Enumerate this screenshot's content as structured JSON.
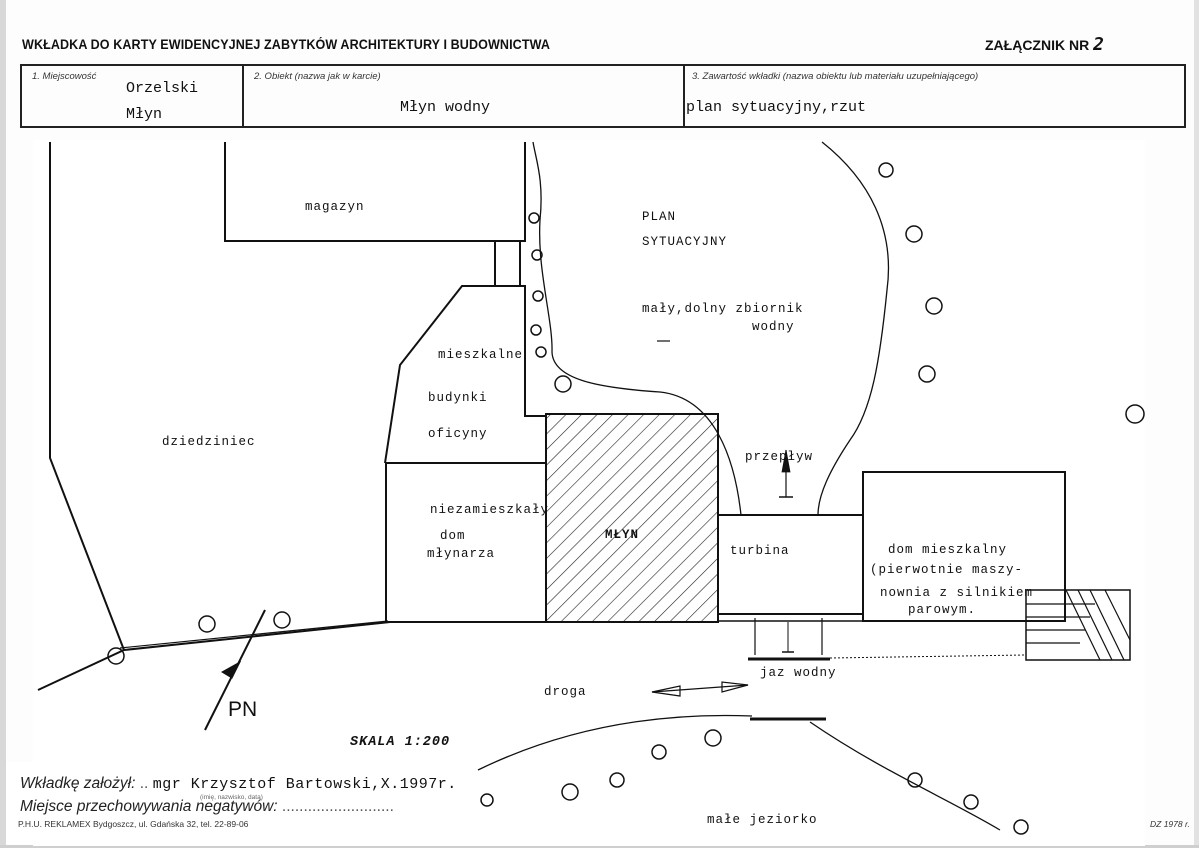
{
  "header": {
    "title": "WKŁADKA DO KARTY EWIDENCYJNEJ ZABYTKÓW ARCHITEKTURY I BUDOWNICTWA",
    "annex_label": "ZAŁĄCZNIK NR",
    "annex_number": "2"
  },
  "fields": {
    "f1": {
      "label": "1. Miejscowość",
      "value_line1": "Orzelski",
      "value_line2": "Młyn"
    },
    "f2": {
      "label": "2. Obiekt (nazwa jak w karcie)",
      "value": "Młyn wodny"
    },
    "f3": {
      "label": "3. Zawartość wkładki (nazwa obiektu lub materiału uzupełniającego)",
      "value": "plan sytuacyjny,rzut"
    }
  },
  "plan": {
    "magazyn": "magazyn",
    "plan1": "PLAN",
    "plan2": "SYTUACYJNY",
    "reservoir1": "mały,dolny zbiornik",
    "reservoir2": "wodny",
    "mieszkalne": "mieszkalne",
    "budynki": "budynki",
    "oficyny": "oficyny",
    "dziedziniec": "dziedziniec",
    "przeplyw": "przepływ",
    "niezamieszkaly": "niezamieszkały",
    "dom": "dom",
    "mlynarza": "młynarza",
    "mlyn": "MŁYN",
    "turbina": "turbina",
    "dm1": "dom mieszkalny",
    "dm2": "(pierwotnie maszy-",
    "dm3": "nownia z silnikiem",
    "dm4": "parowym.",
    "jaz": "jaz wodny",
    "droga": "droga",
    "pn": "PN",
    "jeziorko": "małe jeziorko"
  },
  "scale": "SKALA 1:200",
  "footer": {
    "founder_label": "Wkładkę założył:",
    "founder_value": "mgr Krzysztof Bartowski,X.1997r.",
    "founder_hint": "(imię, nazwisko, data)",
    "negatives_label": "Miejsce przechowywania negatywów:",
    "negatives_dots": "..........................",
    "printer": "P.H.U. REKLAMEX Bydgoszcz, ul. Gdańska 32, tel. 22-89-06",
    "form_code": "DZ 1978 r."
  }
}
